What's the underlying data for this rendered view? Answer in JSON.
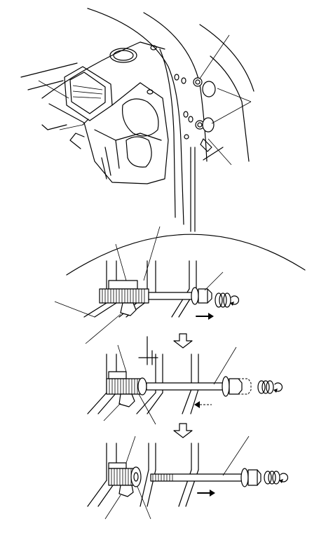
{
  "figure": {
    "kind": "service-manual-line-illustration",
    "text_labels": [],
    "colors": {
      "line": "#000000",
      "background": "#ffffff"
    },
    "steps": [
      {
        "step": 1,
        "motion_arrow": "right"
      },
      {
        "step": 2,
        "motion_arrow": "left",
        "arrow_style": "dashed"
      },
      {
        "step": 3,
        "motion_arrow": "right"
      }
    ],
    "flow_arrows": [
      "down-arrow-icon",
      "down-arrow-icon"
    ],
    "rotation_icons": [
      "rotate-icon",
      "rotate-icon",
      "rotate-icon"
    ]
  }
}
